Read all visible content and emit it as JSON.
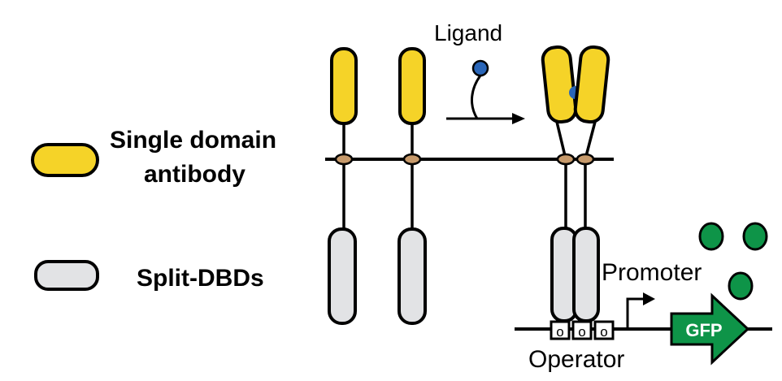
{
  "legend": {
    "antibody_label_line1": "Single domain",
    "antibody_label_line2": "antibody",
    "dbd_label": "Split-DBDs"
  },
  "labels": {
    "ligand": "Ligand",
    "promoter": "Promoter",
    "operator": "Operator",
    "gfp": "GFP",
    "operator_site": "o"
  },
  "colors": {
    "antibody": "#f5d328",
    "dbd": "#e2e3e5",
    "ligand": "#2a66b8",
    "membrane_node": "#c79a6b",
    "gfp": "#0e9448",
    "outline": "#000000"
  }
}
